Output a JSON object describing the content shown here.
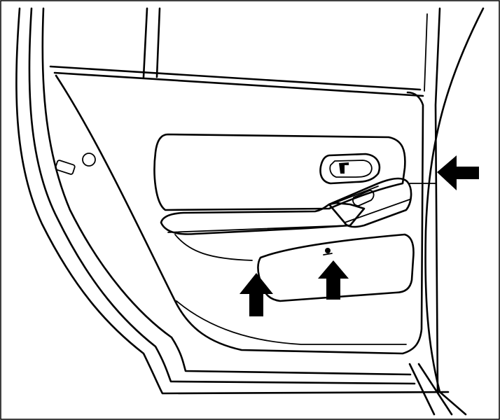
{
  "figure": {
    "subject": "rear-door-trim-panel",
    "callouts": [
      {
        "id": "arrow-panel-edge",
        "direction": "left"
      },
      {
        "id": "arrow-pocket-left",
        "direction": "up"
      },
      {
        "id": "arrow-pocket-screw",
        "direction": "up"
      }
    ],
    "colors": {
      "line": "#000000",
      "background": "#ffffff"
    }
  }
}
